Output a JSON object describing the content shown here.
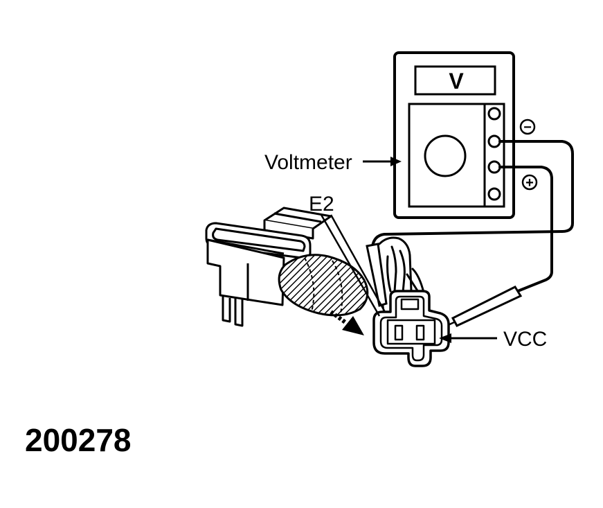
{
  "meter": {
    "display_text": "V",
    "negative_symbol": "−",
    "positive_symbol": "+"
  },
  "labels": {
    "voltmeter": "Voltmeter",
    "e2": "E2",
    "vcc": "VCC"
  },
  "figure_number": "200278",
  "colors": {
    "ink": "#000000",
    "paper": "#ffffff"
  }
}
